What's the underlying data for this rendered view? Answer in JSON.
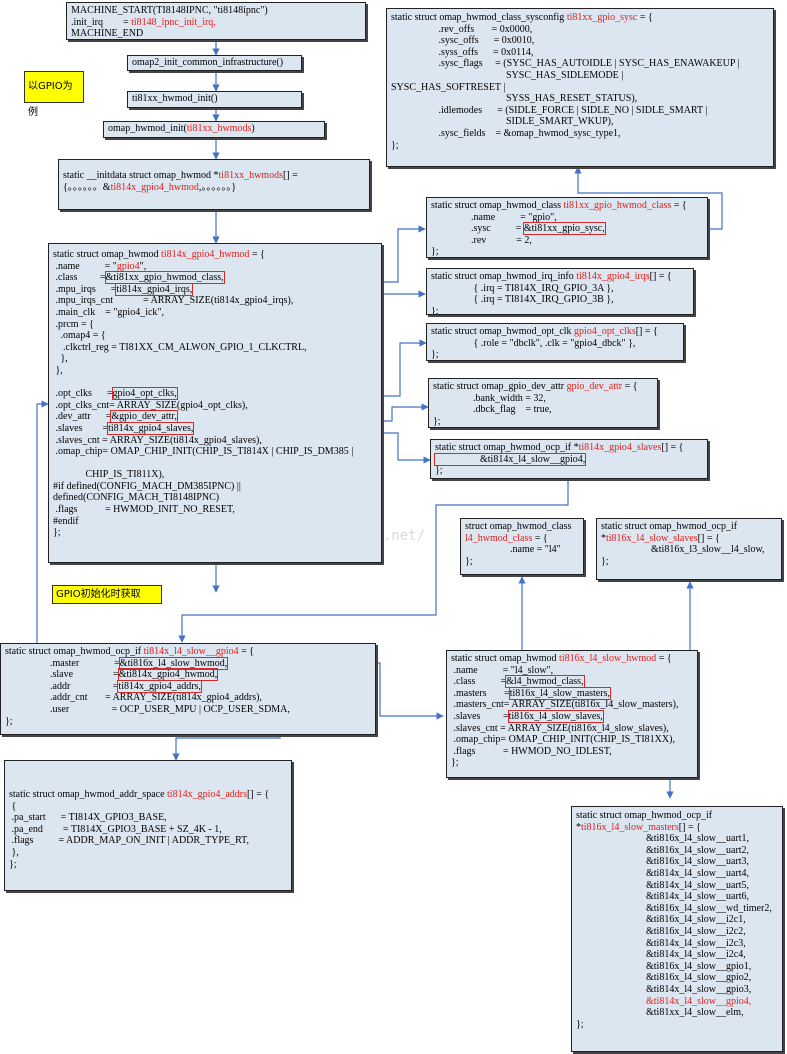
{
  "colors": {
    "box_fill": "#dce6f1",
    "highlight": "#e0201a",
    "arrow": "#4472c4",
    "note_fill": "#ffff00"
  },
  "notes": {
    "example": "以GPIO为例",
    "gpio_init": "GPIO初始化时获取"
  },
  "watermark": "http://blog.csdn.net/",
  "machine_start": {
    "l1": "MACHINE_START(TI8148IPNC, \"ti8148ipnc\")",
    "l2a": ".init_irq        = ",
    "l2b": "ti8148_ipnc_init_irq,",
    "l3": "MACHINE_END"
  },
  "omap2_init": "omap2_init_common_infrastructure()",
  "hwmod_init": "ti81xx_hwmod_init()",
  "omap_hwmod_init": {
    "a": "omap_hwmod_init(",
    "b": "ti81xx_hwmods",
    "c": ")"
  },
  "hwmods_array": {
    "l1a": "static __initdata struct omap_hwmod *",
    "l1b": "ti81xx_hwmods",
    "l1c": "[] =",
    "l2a": "{。。。。。。&",
    "l2b": "ti814x_gpio4_hwmod",
    "l2c": ",。。。。。。}"
  },
  "gpio4_hwmod": {
    "h1": "static struct omap_hwmod ",
    "h2": "ti814x_gpio4_hwmod",
    "h3": " = {",
    "name_a": " .name          = \"",
    "name_b": "gpio4",
    "name_c": "\",",
    "class_a": " .class         =",
    "class_b": "&ti81xx_gpio_hwmod_class,",
    "irqs_a": " .mpu_irqs      =",
    "irqs_b": "ti814x_gpio4_irqs,",
    "irqcnt": " .mpu_irqs_cnt            = ARRAY_SIZE(ti814x_gpio4_irqs),",
    "mainclk": " .main_clk    = \"gpio4_ick\",",
    "prcm": " .prcm = {",
    "omap4": "   .omap4 = {",
    "clkctrl": "    .clkctrl_reg = TI81XX_CM_ALWON_GPIO_1_CLKCTRL,",
    "close1": "   },",
    "close2": " },",
    "optclks_a": " .opt_clks      =",
    "optclks_b": "gpio4_opt_clks,",
    "optcnt": " .opt_clks_cnt= ARRAY_SIZE(gpio4_opt_clks),",
    "devattr_a": " .dev_attr      =",
    "devattr_b": "&gpio_dev_attr,",
    "slaves_a": " .slaves        =",
    "slaves_b": "ti814x_gpio4_slaves,",
    "slavescnt": " .slaves_cnt = ARRAY_SIZE(ti814x_gpio4_slaves),",
    "omapchip": " .omap_chip= OMAP_CHIP_INIT(CHIP_IS_TI814X | CHIP_IS_DM385 |",
    "blank": "",
    "chip2": "             CHIP_IS_TI811X),",
    "if1": "#if defined(CONFIG_MACH_DM385IPNC) ||",
    "if2": "defined(CONFIG_MACH_TI8148IPNC)",
    "flags": " .flags           = HWMOD_INIT_NO_RESET,",
    "endif": "#endif",
    "end": "};"
  },
  "sysconfig": {
    "h1": "static struct omap_hwmod_class_sysconfig ",
    "h2": "ti81xx_gpio_sysc",
    "h3": " = {",
    "l1": "                   .rev_offs       = 0x0000,",
    "l2": "                   .sysc_offs      = 0x0010,",
    "l3": "                   .syss_offs      = 0x0114,",
    "l4": "                   .sysc_flags     = (SYSC_HAS_AUTOIDLE | SYSC_HAS_ENAWAKEUP |",
    "l5": "                                              SYSC_HAS_SIDLEMODE |",
    "l6": "SYSC_HAS_SOFTRESET |",
    "l7": "                                              SYSS_HAS_RESET_STATUS),",
    "l8": "                   .idlemodes      = (SIDLE_FORCE | SIDLE_NO | SIDLE_SMART |",
    "l9": "                                              SIDLE_SMART_WKUP),",
    "l10": "                   .sysc_fields    = &omap_hwmod_sysc_type1,",
    "end": "};"
  },
  "gpio_class": {
    "h1": "static struct omap_hwmod_class ",
    "h2": "ti81xx_gpio_hwmod_class",
    "h3": " = {",
    "name": "                .name          = \"gpio\",",
    "sysc_a": "                .sysc          = ",
    "sysc_b": "&ti81xx_gpio_sysc,",
    "rev": "                .rev            = 2,",
    "end": "};"
  },
  "irq_info": {
    "h1": "static struct omap_hwmod_irq_info ",
    "h2": "ti814x_gpio4_irqs",
    "h3": "[] = {",
    "l1": "                 { .irq = TI814X_IRQ_GPIO_3A },",
    "l2": "                 { .irq = TI814X_IRQ_GPIO_3B },",
    "end": "};"
  },
  "opt_clk": {
    "h1": "static struct omap_hwmod_opt_clk ",
    "h2": "gpio4_opt_clks",
    "h3": "[] = {",
    "l1": "                 { .role = \"dbclk\", .clk = \"gpio4_dbck\" },",
    "end": "};"
  },
  "dev_attr": {
    "h1": "static struct omap_gpio_dev_attr ",
    "h2": "gpio_dev_attr",
    "h3": " = {",
    "l1": "                .bank_width = 32,",
    "l2": "                .dbck_flag    = true,",
    "end": "};"
  },
  "gpio4_slaves": {
    "h1": "static struct omap_hwmod_ocp_if *",
    "h2": "ti814x_gpio4_slaves",
    "h3": "[] = {",
    "l1": "                  &ti814x_l4_slow__gpio4,",
    "end": "};"
  },
  "l4_class": {
    "h1": "struct omap_hwmod_class",
    "h2": "l4_hwmod_class",
    "h3": " = {",
    "l1": "                  .name = \"l4\"",
    "end": "};"
  },
  "l4_slow_slaves": {
    "h1": "static struct omap_hwmod_ocp_if",
    "h2a": "*",
    "h2b": "ti816x_l4_slow_slaves",
    "h2c": "[] = {",
    "l1": "                    &ti816x_l3_slow__l4_slow,",
    "end": "};"
  },
  "l4_gpio4_if": {
    "h1": "static struct omap_hwmod_ocp_if ",
    "h2": "ti814x_l4_slow__gpio4",
    "h3": " = {",
    "master_a": "                  .master              =",
    "master_b": "&ti816x_l4_slow_hwmod,",
    "slave_a": "                  .slave                =",
    "slave_b": "&ti814x_gpio4_hwmod,",
    "addr_a": "                  .addr                 =",
    "addr_b": "ti814x_gpio4_addrs,",
    "addrcnt": "                  .addr_cnt       = ARRAY_SIZE(ti814x_gpio4_addrs),",
    "user": "                  .user                 = OCP_USER_MPU | OCP_USER_SDMA,",
    "end": "};"
  },
  "l4_slow_hwmod": {
    "h1": "static struct omap_hwmod ",
    "h2": "ti816x_l4_slow_hwmod",
    "h3": " = {",
    "name": " .name          = \"l4_slow\",",
    "class_a": " .class          =",
    "class_b": "&l4_hwmod_class,",
    "masters_a": " .masters       =",
    "masters_b": "ti816x_l4_slow_masters,",
    "masterscnt": " .masters_cnt= ARRAY_SIZE(ti816x_l4_slow_masters),",
    "slaves_a": " .slaves         =",
    "slaves_b": "ti816x_l4_slow_slaves,",
    "slavescnt": " .slaves_cnt = ARRAY_SIZE(ti816x_l4_slow_slaves),",
    "chip": " .omap_chip= OMAP_CHIP_INIT(CHIP_IS_TI81XX),",
    "flags": " .flags           = HWMOD_NO_IDLEST,",
    "end": "};"
  },
  "addr_space": {
    "h1": "static struct omap_hwmod_addr_space ",
    "h2": "ti814x_gpio4_addrs",
    "h3": "[] = {",
    "open": " {",
    "l1": " .pa_start      = TI814X_GPIO3_BASE,",
    "l2": " .pa_end        = TI814X_GPIO3_BASE + SZ_4K - 1,",
    "l3": " .flags          = ADDR_MAP_ON_INIT | ADDR_TYPE_RT,",
    "close": " },",
    "end": "};"
  },
  "l4_masters": {
    "h1": "static struct omap_hwmod_ocp_if",
    "h2a": "*",
    "h2b": "ti816x_l4_slow_masters",
    "h2c": "[] = {",
    "items": [
      "&ti816x_l4_slow__uart1,",
      "&ti816x_l4_slow__uart2,",
      "&ti816x_l4_slow__uart3,",
      "&ti814x_l4_slow__uart4,",
      "&ti814x_l4_slow__uart5,",
      "&ti814x_l4_slow__uart6,",
      "&ti816x_l4_slow__wd_timer2,",
      "&ti816x_l4_slow__i2c1,",
      "&ti816x_l4_slow__i2c2,",
      "&ti814x_l4_slow__i2c3,",
      "&ti814x_l4_slow__i2c4,",
      "&ti816x_l4_slow__gpio1,",
      "&ti816x_l4_slow__gpio2,",
      "&ti814x_l4_slow__gpio3,",
      "&ti814x_l4_slow__gpio4,",
      "&ti81xx_l4_slow__elm,"
    ],
    "end": "};"
  }
}
